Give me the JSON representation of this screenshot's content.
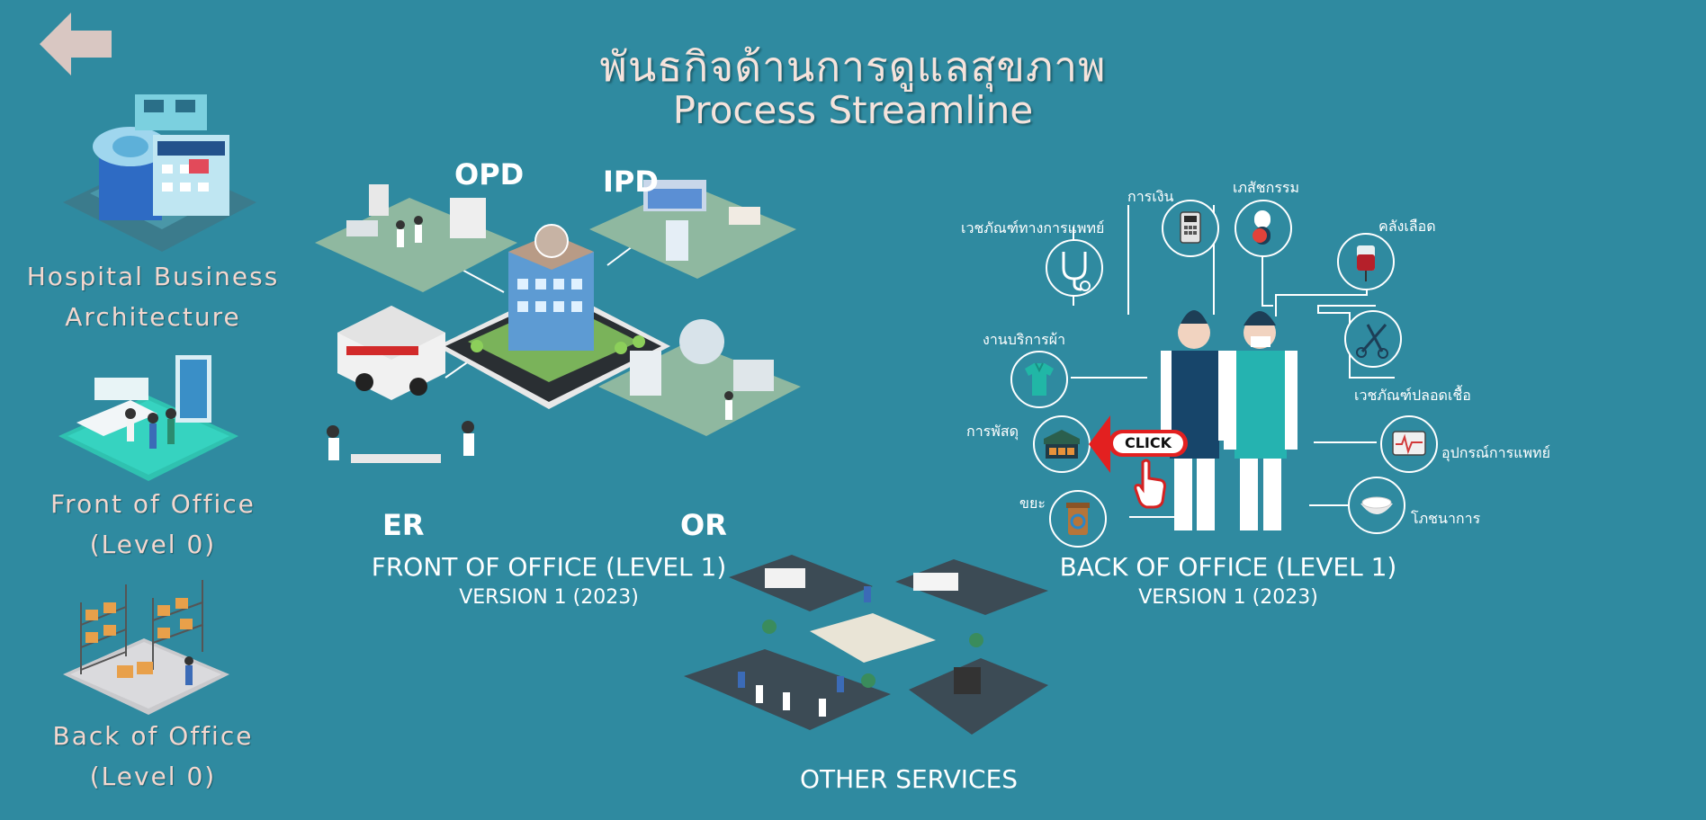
{
  "header": {
    "title_th": "พันธกิจด้านการดูแลสุขภาพ",
    "title_en": "Process Streamline"
  },
  "nav": {
    "back_icon": "arrow-left-icon"
  },
  "sidebar": {
    "items": [
      {
        "label_line1": "Hospital Business",
        "label_line2": "Architecture",
        "icon": "hospital-building-icon"
      },
      {
        "label_line1": "Front of Office",
        "label_line2": "(Level 0)",
        "icon": "reception-desk-icon"
      },
      {
        "label_line1": "Back of Office",
        "label_line2": "(Level 0)",
        "icon": "warehouse-shelves-icon"
      }
    ]
  },
  "front_office": {
    "areas": [
      "OPD",
      "IPD",
      "ER",
      "OR"
    ],
    "title": "FRONT OF OFFICE (LEVEL 1)",
    "version": "VERSION 1 (2023)"
  },
  "back_office": {
    "title": "BACK OF OFFICE (LEVEL 1)",
    "version": "VERSION 1 (2023)",
    "services": [
      {
        "label": "การเงิน",
        "icon": "calculator-icon"
      },
      {
        "label": "เภสัชกรรม",
        "icon": "pill-capsule-icon"
      },
      {
        "label": "เวชภัณฑ์ทางการแพทย์",
        "icon": "stethoscope-icon"
      },
      {
        "label": "คลังเลือด",
        "icon": "blood-bag-icon"
      },
      {
        "label": "งานบริการผ้า",
        "icon": "scrubs-shirt-icon"
      },
      {
        "label": "เวชภัณฑ์ปลอดเชื้อ",
        "icon": "scissors-icon"
      },
      {
        "label": "การพัสดุ",
        "icon": "supply-boxes-icon"
      },
      {
        "label": "อุปกรณ์การแพทย์",
        "icon": "medical-monitor-icon"
      },
      {
        "label": "ขยะ",
        "icon": "recycle-bin-icon"
      },
      {
        "label": "โภชนาการ",
        "icon": "food-bowl-icon"
      }
    ],
    "click_label": "CLICK"
  },
  "other_services": {
    "title": "OTHER SERVICES"
  },
  "colors": {
    "background": "#2f8aa0",
    "label_pink": "#f2d7cf",
    "accent_red": "#e32020"
  }
}
